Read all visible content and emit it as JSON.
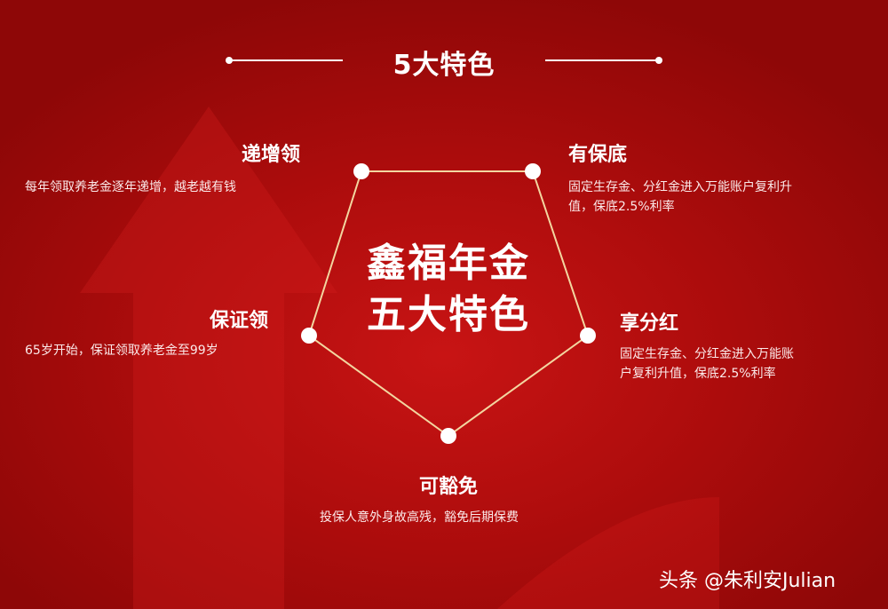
{
  "header": {
    "title": "5大特色"
  },
  "center": {
    "line1": "鑫福年金",
    "line2": "五大特色"
  },
  "features": {
    "top_left": {
      "title": "递增领",
      "desc": "每年领取养老金逐年递增，越老越有钱"
    },
    "top_right": {
      "title": "有保底",
      "desc_line1": "固定生存金、分红金进入万能账户复利升",
      "desc_line2": "值，保底2.5%利率"
    },
    "mid_left": {
      "title": "保证领",
      "desc": "65岁开始，保证领取养老金至99岁"
    },
    "mid_right": {
      "title": "享分红",
      "desc_line1": "固定生存金、分红金进入万能账",
      "desc_line2": "户复利升值，保底2.5%利率"
    },
    "bottom": {
      "title": "可豁免",
      "desc": "投保人意外身故高残，豁免后期保费"
    }
  },
  "watermark": "头条 @朱利安Julian",
  "colors": {
    "background": "#b00d0d",
    "accent": "#ffffff",
    "line": "#f3d6a0"
  }
}
